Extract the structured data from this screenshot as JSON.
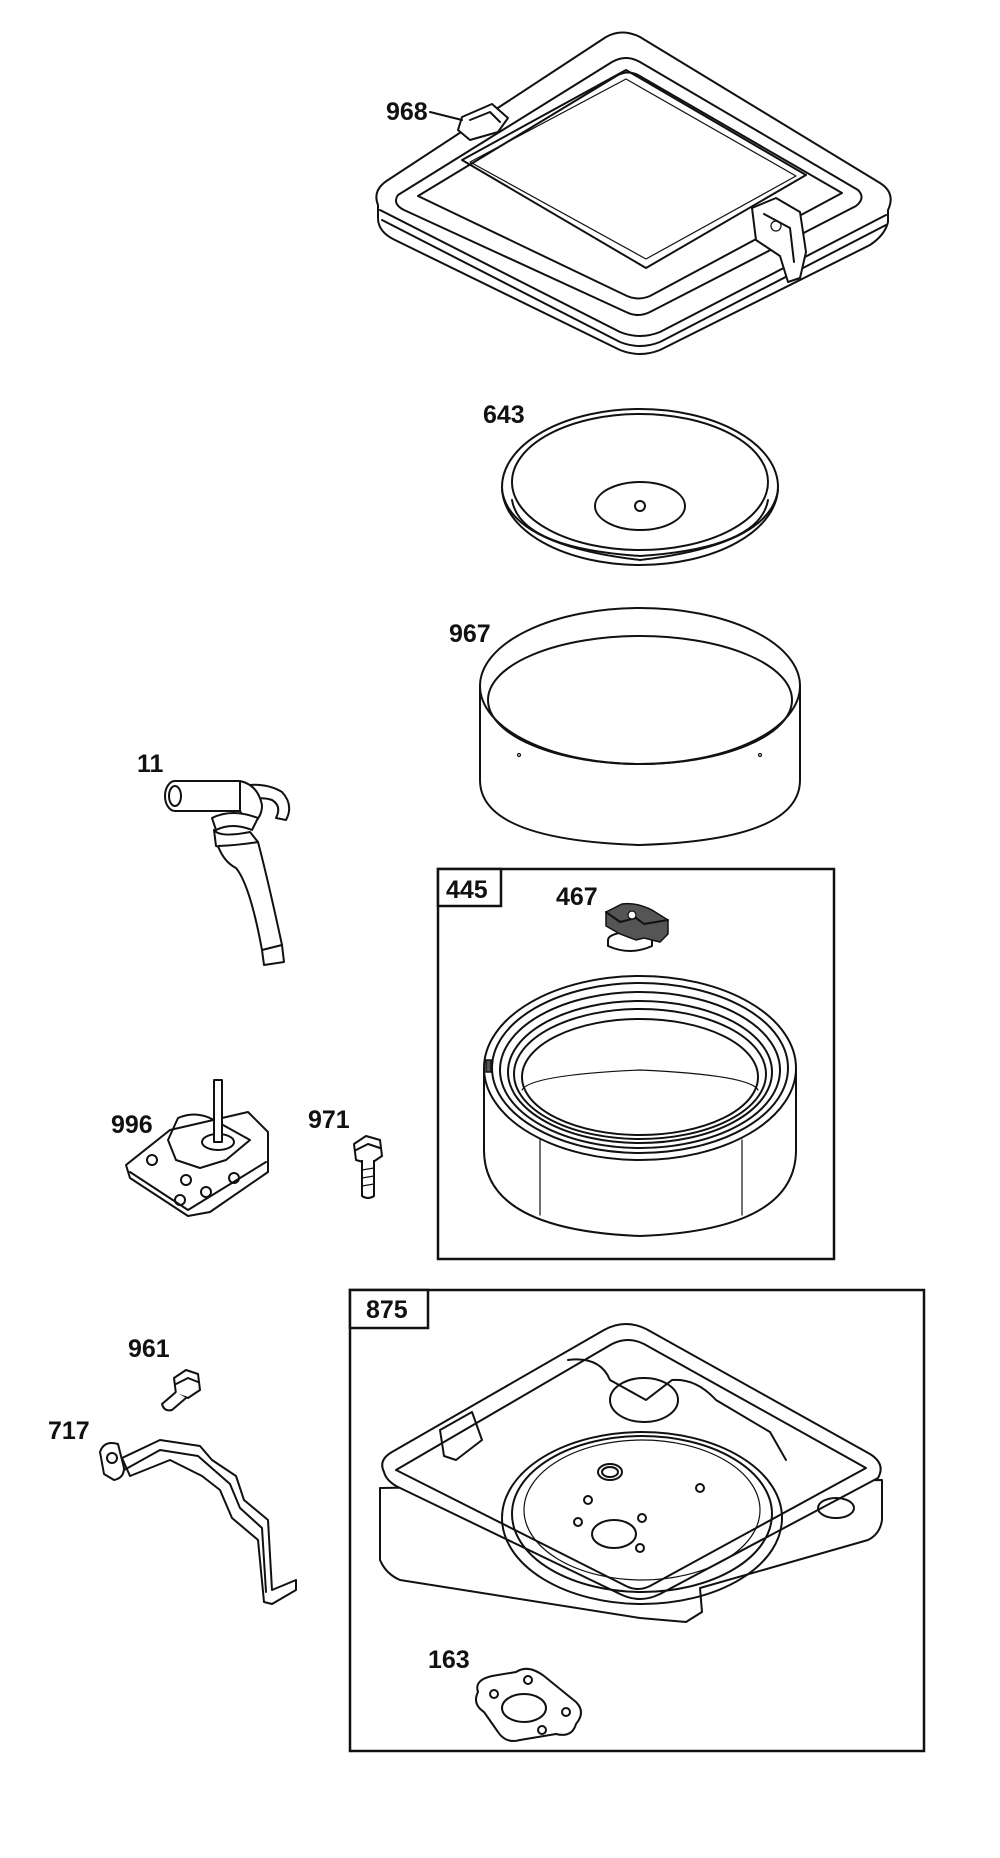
{
  "diagram": {
    "labels": {
      "p968": "968",
      "p643": "643",
      "p967": "967",
      "p11": "11",
      "p445": "445",
      "p467": "467",
      "p996": "996",
      "p971": "971",
      "p961": "961",
      "p717": "717",
      "p875": "875",
      "p163": "163"
    }
  }
}
